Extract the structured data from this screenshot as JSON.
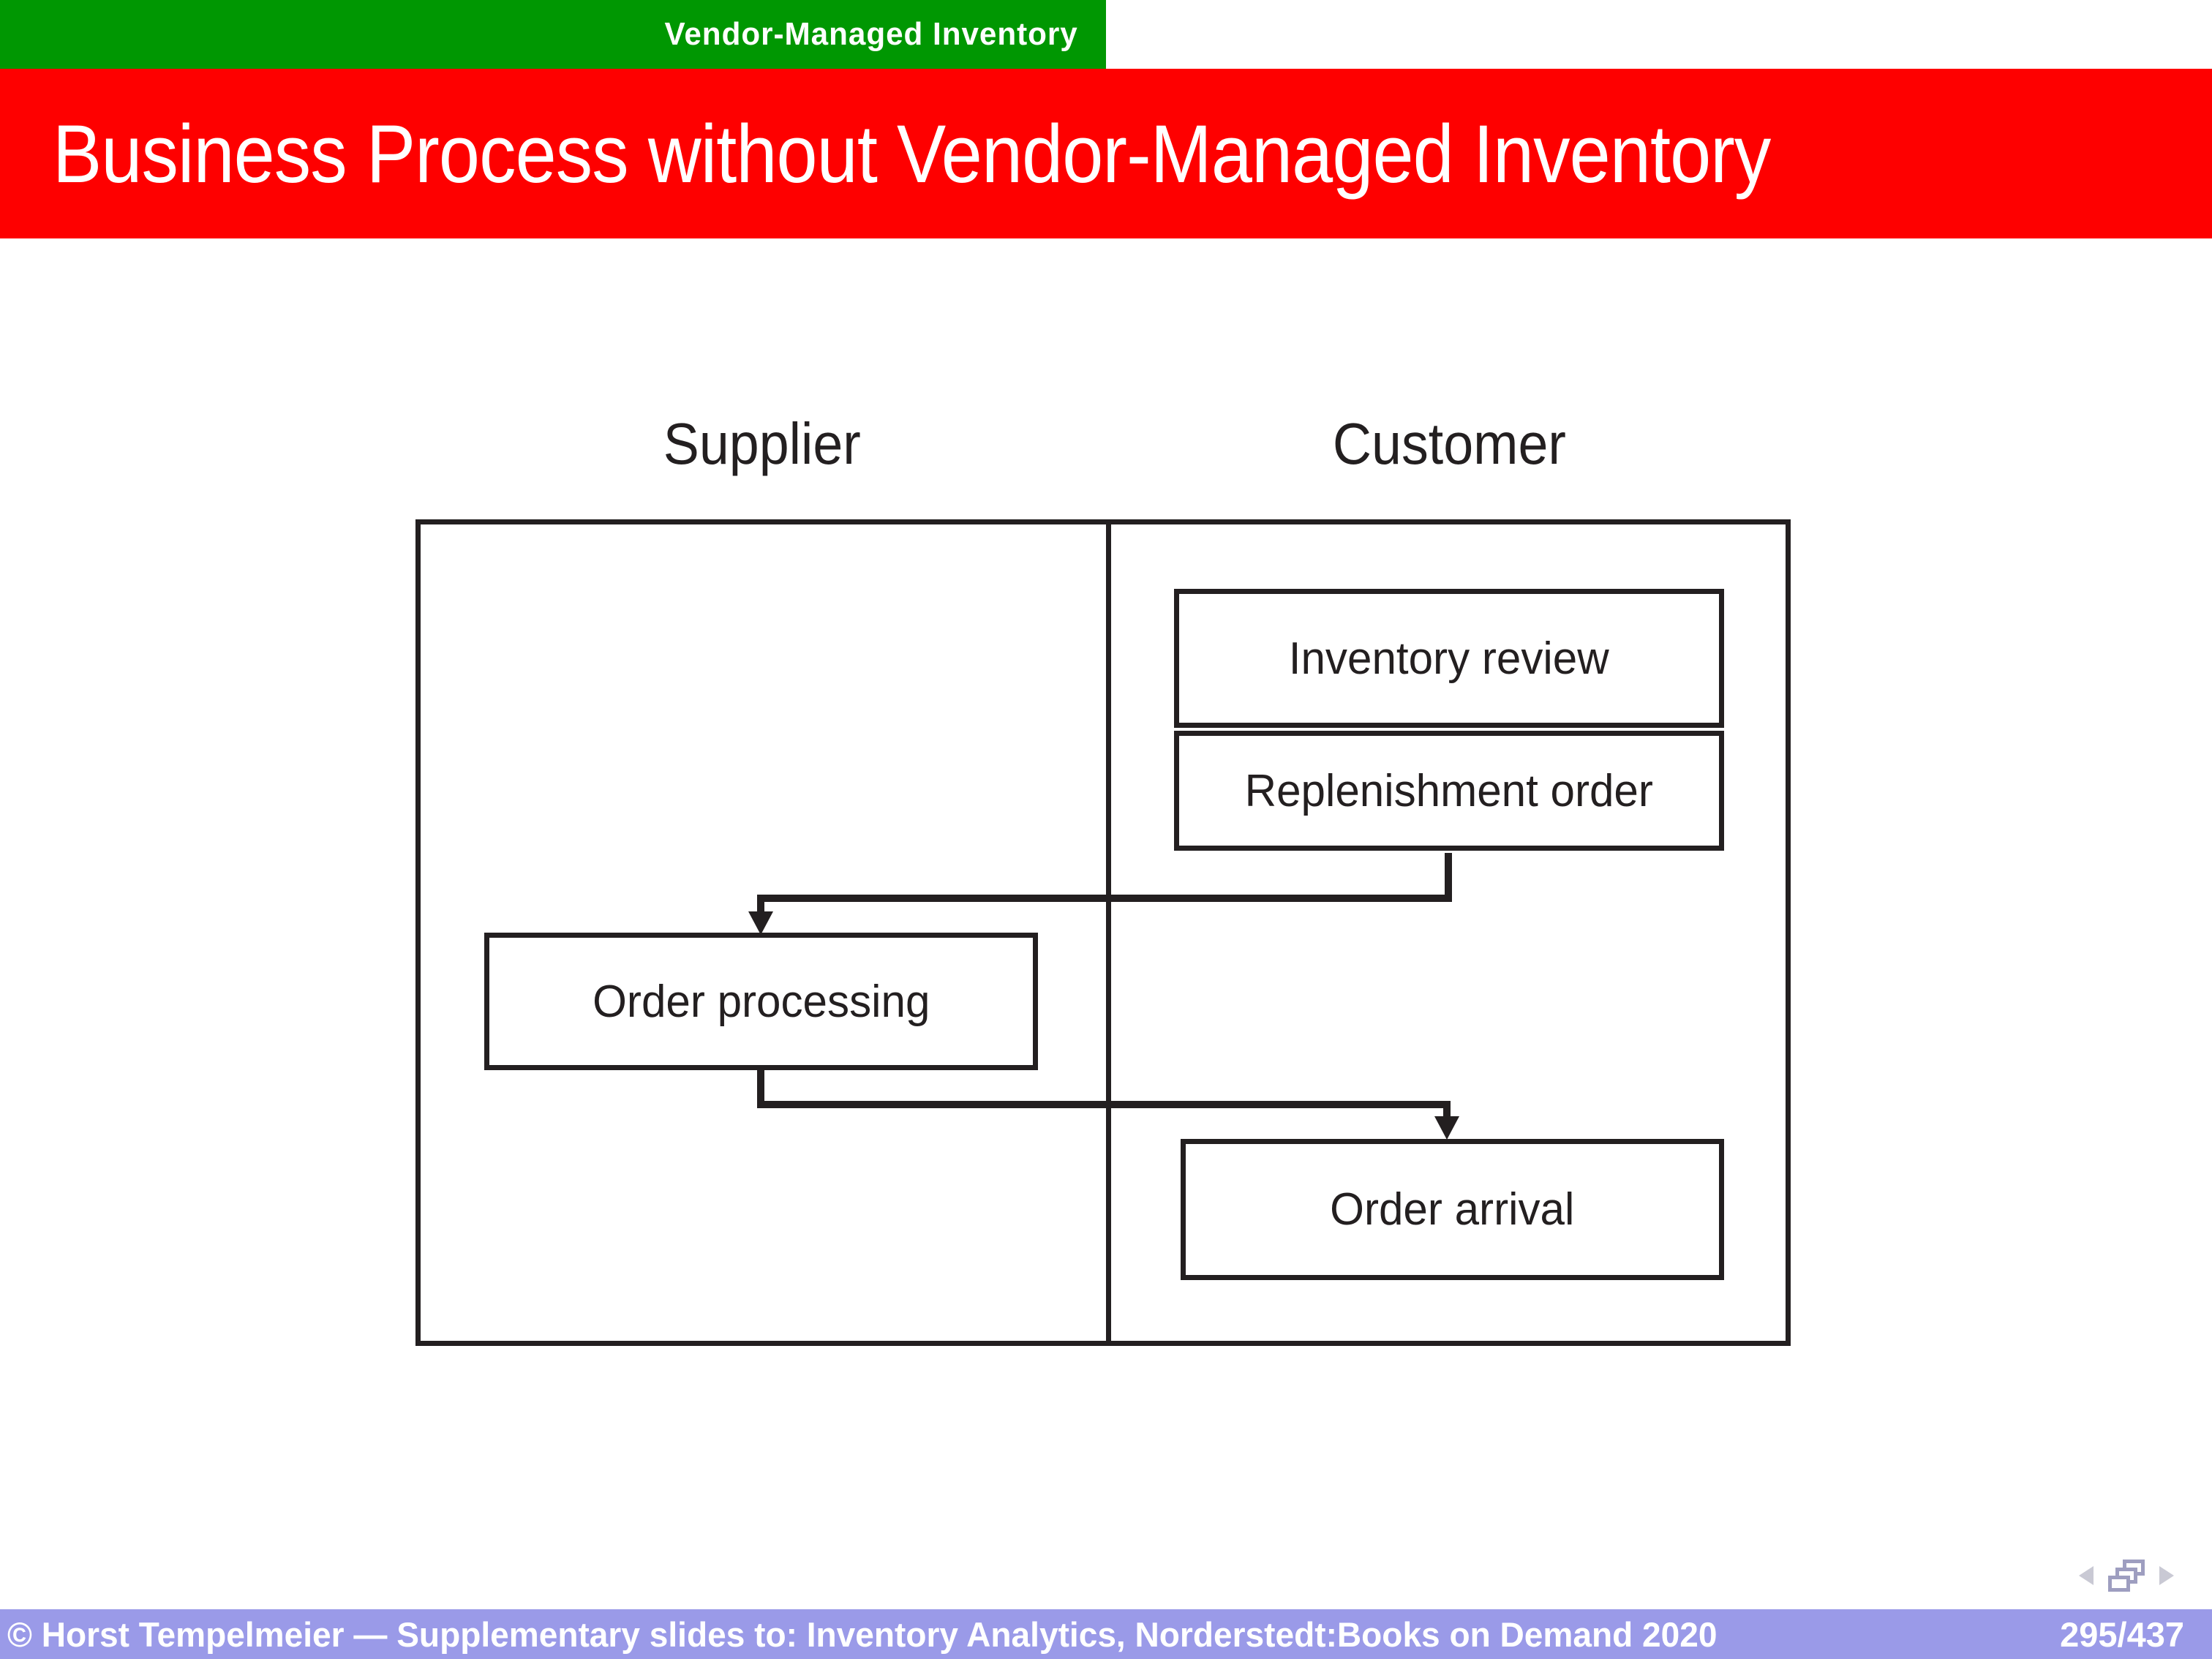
{
  "theme": {
    "header_green": "#009702",
    "title_red": "#fe0000",
    "footer_lavender": "#9a9ae8",
    "ink": "#231f20",
    "nav_triangle": "#c9c9d4",
    "nav_frames": "#9e9ec0"
  },
  "header": {
    "section_label": "Vendor-Managed Inventory"
  },
  "title": "Business Process without Vendor-Managed Inventory",
  "diagram": {
    "columns": [
      {
        "label": "Supplier"
      },
      {
        "label": "Customer"
      }
    ],
    "boxes": {
      "inventory_review": {
        "label": "Inventory review",
        "lane": "Customer"
      },
      "replenishment_order": {
        "label": "Replenishment order",
        "lane": "Customer"
      },
      "order_processing": {
        "label": "Order processing",
        "lane": "Supplier"
      },
      "order_arrival": {
        "label": "Order arrival",
        "lane": "Customer"
      }
    },
    "flows": [
      {
        "from": "replenishment_order",
        "to": "order_processing"
      },
      {
        "from": "order_processing",
        "to": "order_arrival"
      }
    ]
  },
  "nav": {
    "icons": [
      "prev-arrow",
      "frames",
      "next-arrow"
    ]
  },
  "footer": {
    "copyright": "© Horst Tempelmeier — Supplementary slides to: Inventory Analytics, Norderstedt:Books on Demand 2020",
    "page": "295/437"
  }
}
